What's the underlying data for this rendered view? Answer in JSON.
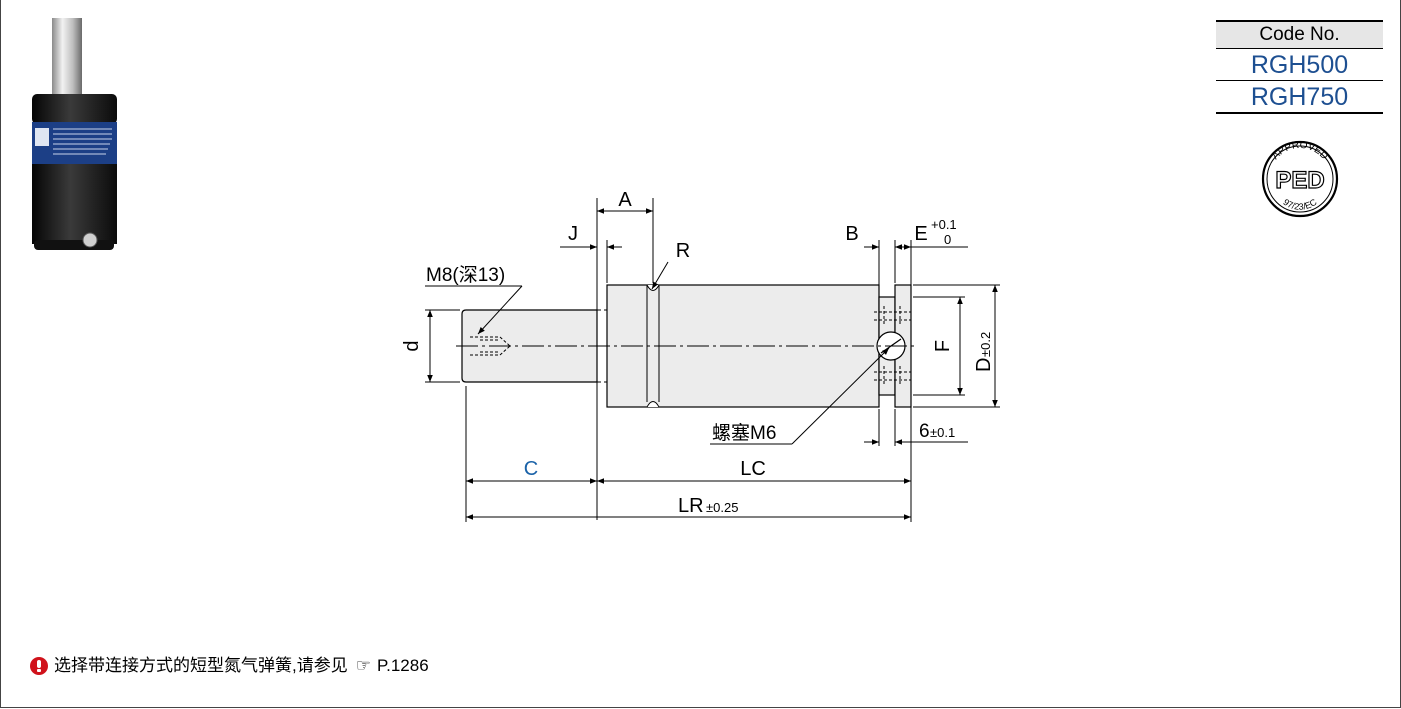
{
  "code_table": {
    "header": "Code No.",
    "codes": [
      "RGH500",
      "RGH750"
    ]
  },
  "badge": {
    "top_text": "APPROVED",
    "center_text": "PED",
    "bottom_text": "97/23/EC"
  },
  "drawing": {
    "labels": {
      "A": "A",
      "J": "J",
      "R": "R",
      "B": "B",
      "E": "E",
      "E_tol_plus": "+0.1",
      "E_tol_zero": "0",
      "thread": "M8(深13)",
      "d": "d",
      "F": "F",
      "D": "D",
      "D_tol": "±0.2",
      "plug": "螺塞M6",
      "six": "6",
      "six_tol": "±0.1",
      "C": "C",
      "LC": "LC",
      "LR": "LR",
      "LR_tol": "±0.25"
    },
    "colors": {
      "C_label": "#1a62a8",
      "line": "#000000",
      "body_fill": "#ececec"
    }
  },
  "note": {
    "text": "选择带连接方式的短型氮气弹簧,请参见",
    "hand_icon": "☞",
    "page_ref": "P.1286"
  }
}
